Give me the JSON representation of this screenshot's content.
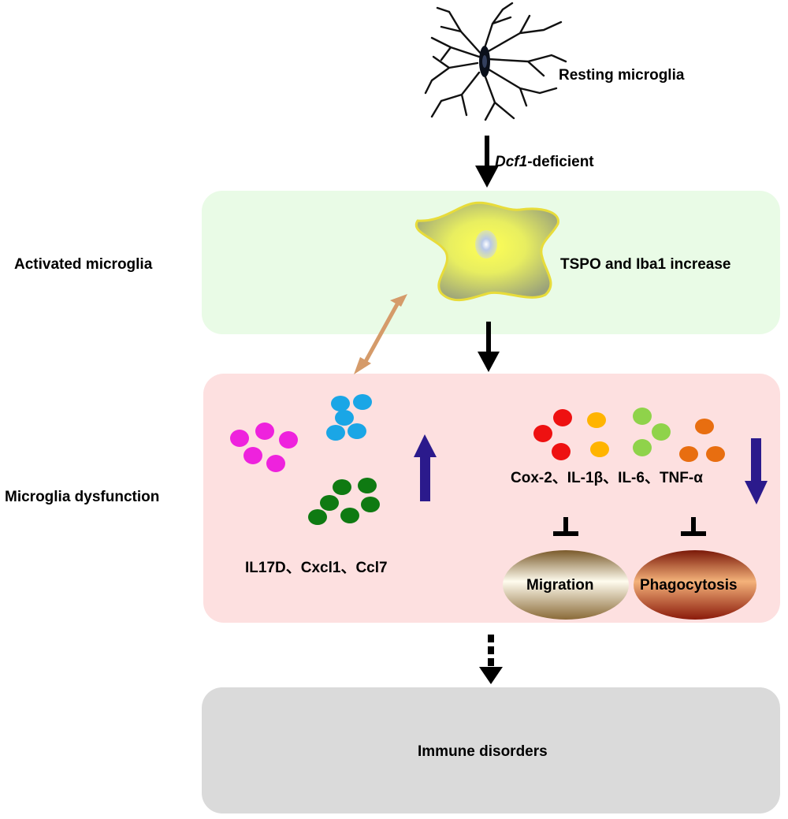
{
  "resting": {
    "label": "Resting microglia"
  },
  "trigger": {
    "gene": "Dcf1",
    "suffix": "-deficient"
  },
  "activated": {
    "side_label": "Activated microglia",
    "marker_label": "TSPO and Iba1 increase",
    "panel_color": "#e9fbe6"
  },
  "dysfunction": {
    "side_label": "Microglia dysfunction",
    "panel_color": "#fde0e0",
    "up_genes": "IL17D、Cxcl1、Ccl7",
    "down_genes": "Cox-2、IL-1β、IL-6、TNF-α",
    "migration": "Migration",
    "phagocytosis": "Phagocytosis",
    "up_arrow_color": "#2b1a8c",
    "down_arrow_color": "#2b1a8c",
    "dot_colors": [
      "#ee22dd",
      "#1aa6e6",
      "#0f7a12",
      "#ee1111",
      "#ffb400",
      "#8fd34a",
      "#e86e10"
    ]
  },
  "outcome": {
    "label": "Immune disorders",
    "panel_color": "#dadada"
  }
}
